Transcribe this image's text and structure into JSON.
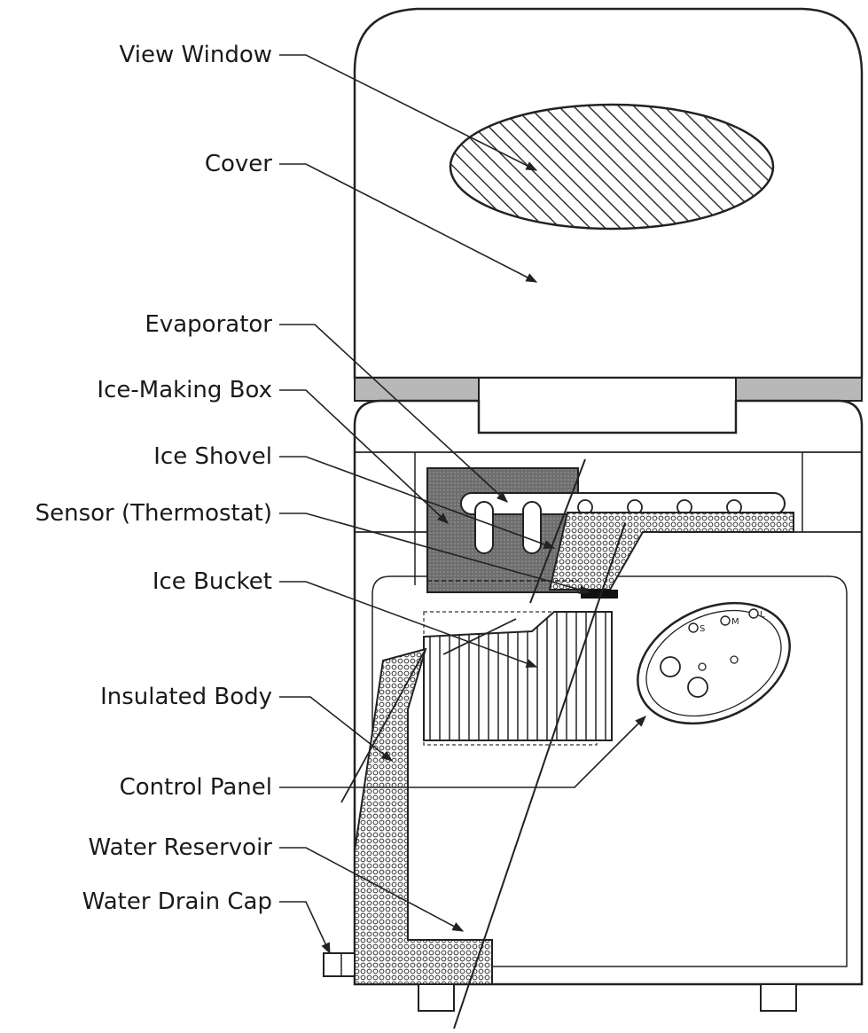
{
  "labels": {
    "view_window": "View Window",
    "cover": "Cover",
    "evaporator": "Evaporator",
    "ice_making_box": "Ice-Making Box",
    "ice_shovel": "Ice Shovel",
    "sensor": "Sensor (Thermostat)",
    "ice_bucket": "Ice Bucket",
    "insulated_body": "Insulated Body",
    "control_panel": "Control Panel",
    "water_reservoir": "Water Reservoir",
    "water_drain_cap": "Water Drain Cap"
  },
  "control_panel": {
    "size_s": "S",
    "size_m": "M",
    "size_l": "L"
  }
}
